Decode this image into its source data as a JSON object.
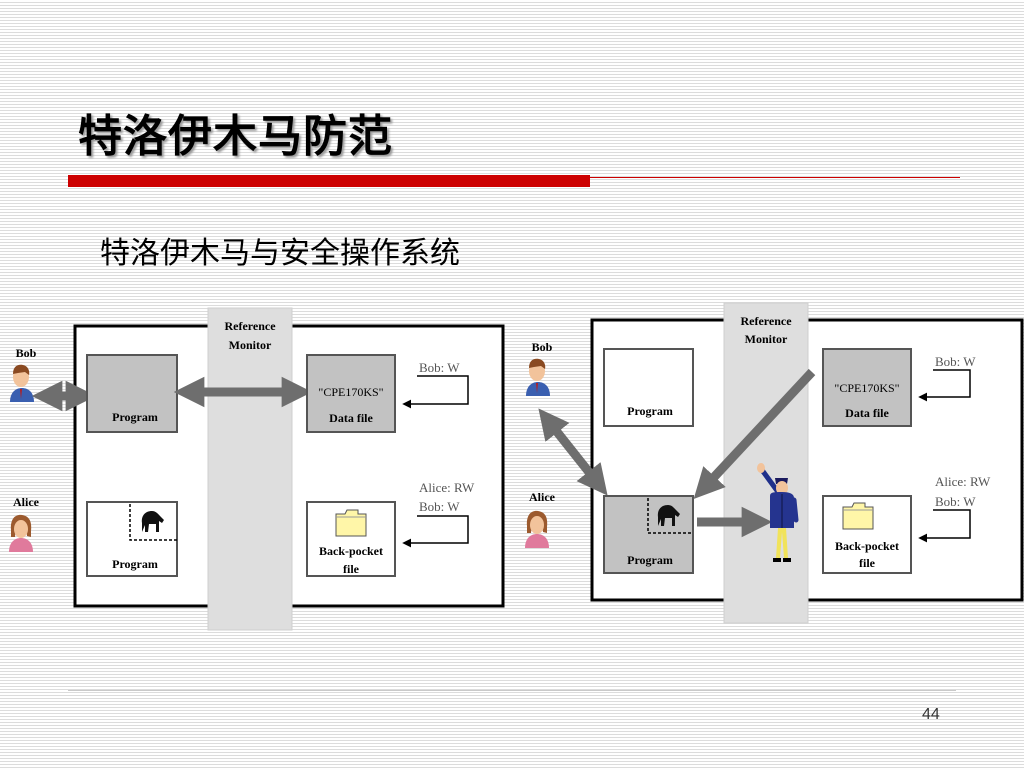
{
  "slide": {
    "title": "特洛伊木马防范",
    "subtitle": "特洛伊木马与安全操作系统",
    "page_number": "44"
  },
  "left_diagram": {
    "reference_monitor": [
      "Reference",
      "Monitor"
    ],
    "user_bob": "Bob",
    "user_alice": "Alice",
    "program_top": "Program",
    "program_bottom": "Program",
    "data_file": [
      "\"CPE170KS\"",
      "Data file"
    ],
    "back_pocket_file": [
      "Back-pocket",
      "file"
    ],
    "acl_data": "Bob: W",
    "acl_back_pocket": [
      "Alice: RW",
      "Bob: W"
    ]
  },
  "right_diagram": {
    "reference_monitor": [
      "Reference",
      "Monitor"
    ],
    "user_bob": "Bob",
    "user_alice": "Alice",
    "program_top": "Program",
    "program_bottom": "Program",
    "data_file": [
      "\"CPE170KS\"",
      "Data file"
    ],
    "back_pocket_file": [
      "Back-pocket",
      "file"
    ],
    "acl_data": "Bob: W",
    "acl_back_pocket": [
      "Alice: RW",
      "Bob: W"
    ]
  }
}
